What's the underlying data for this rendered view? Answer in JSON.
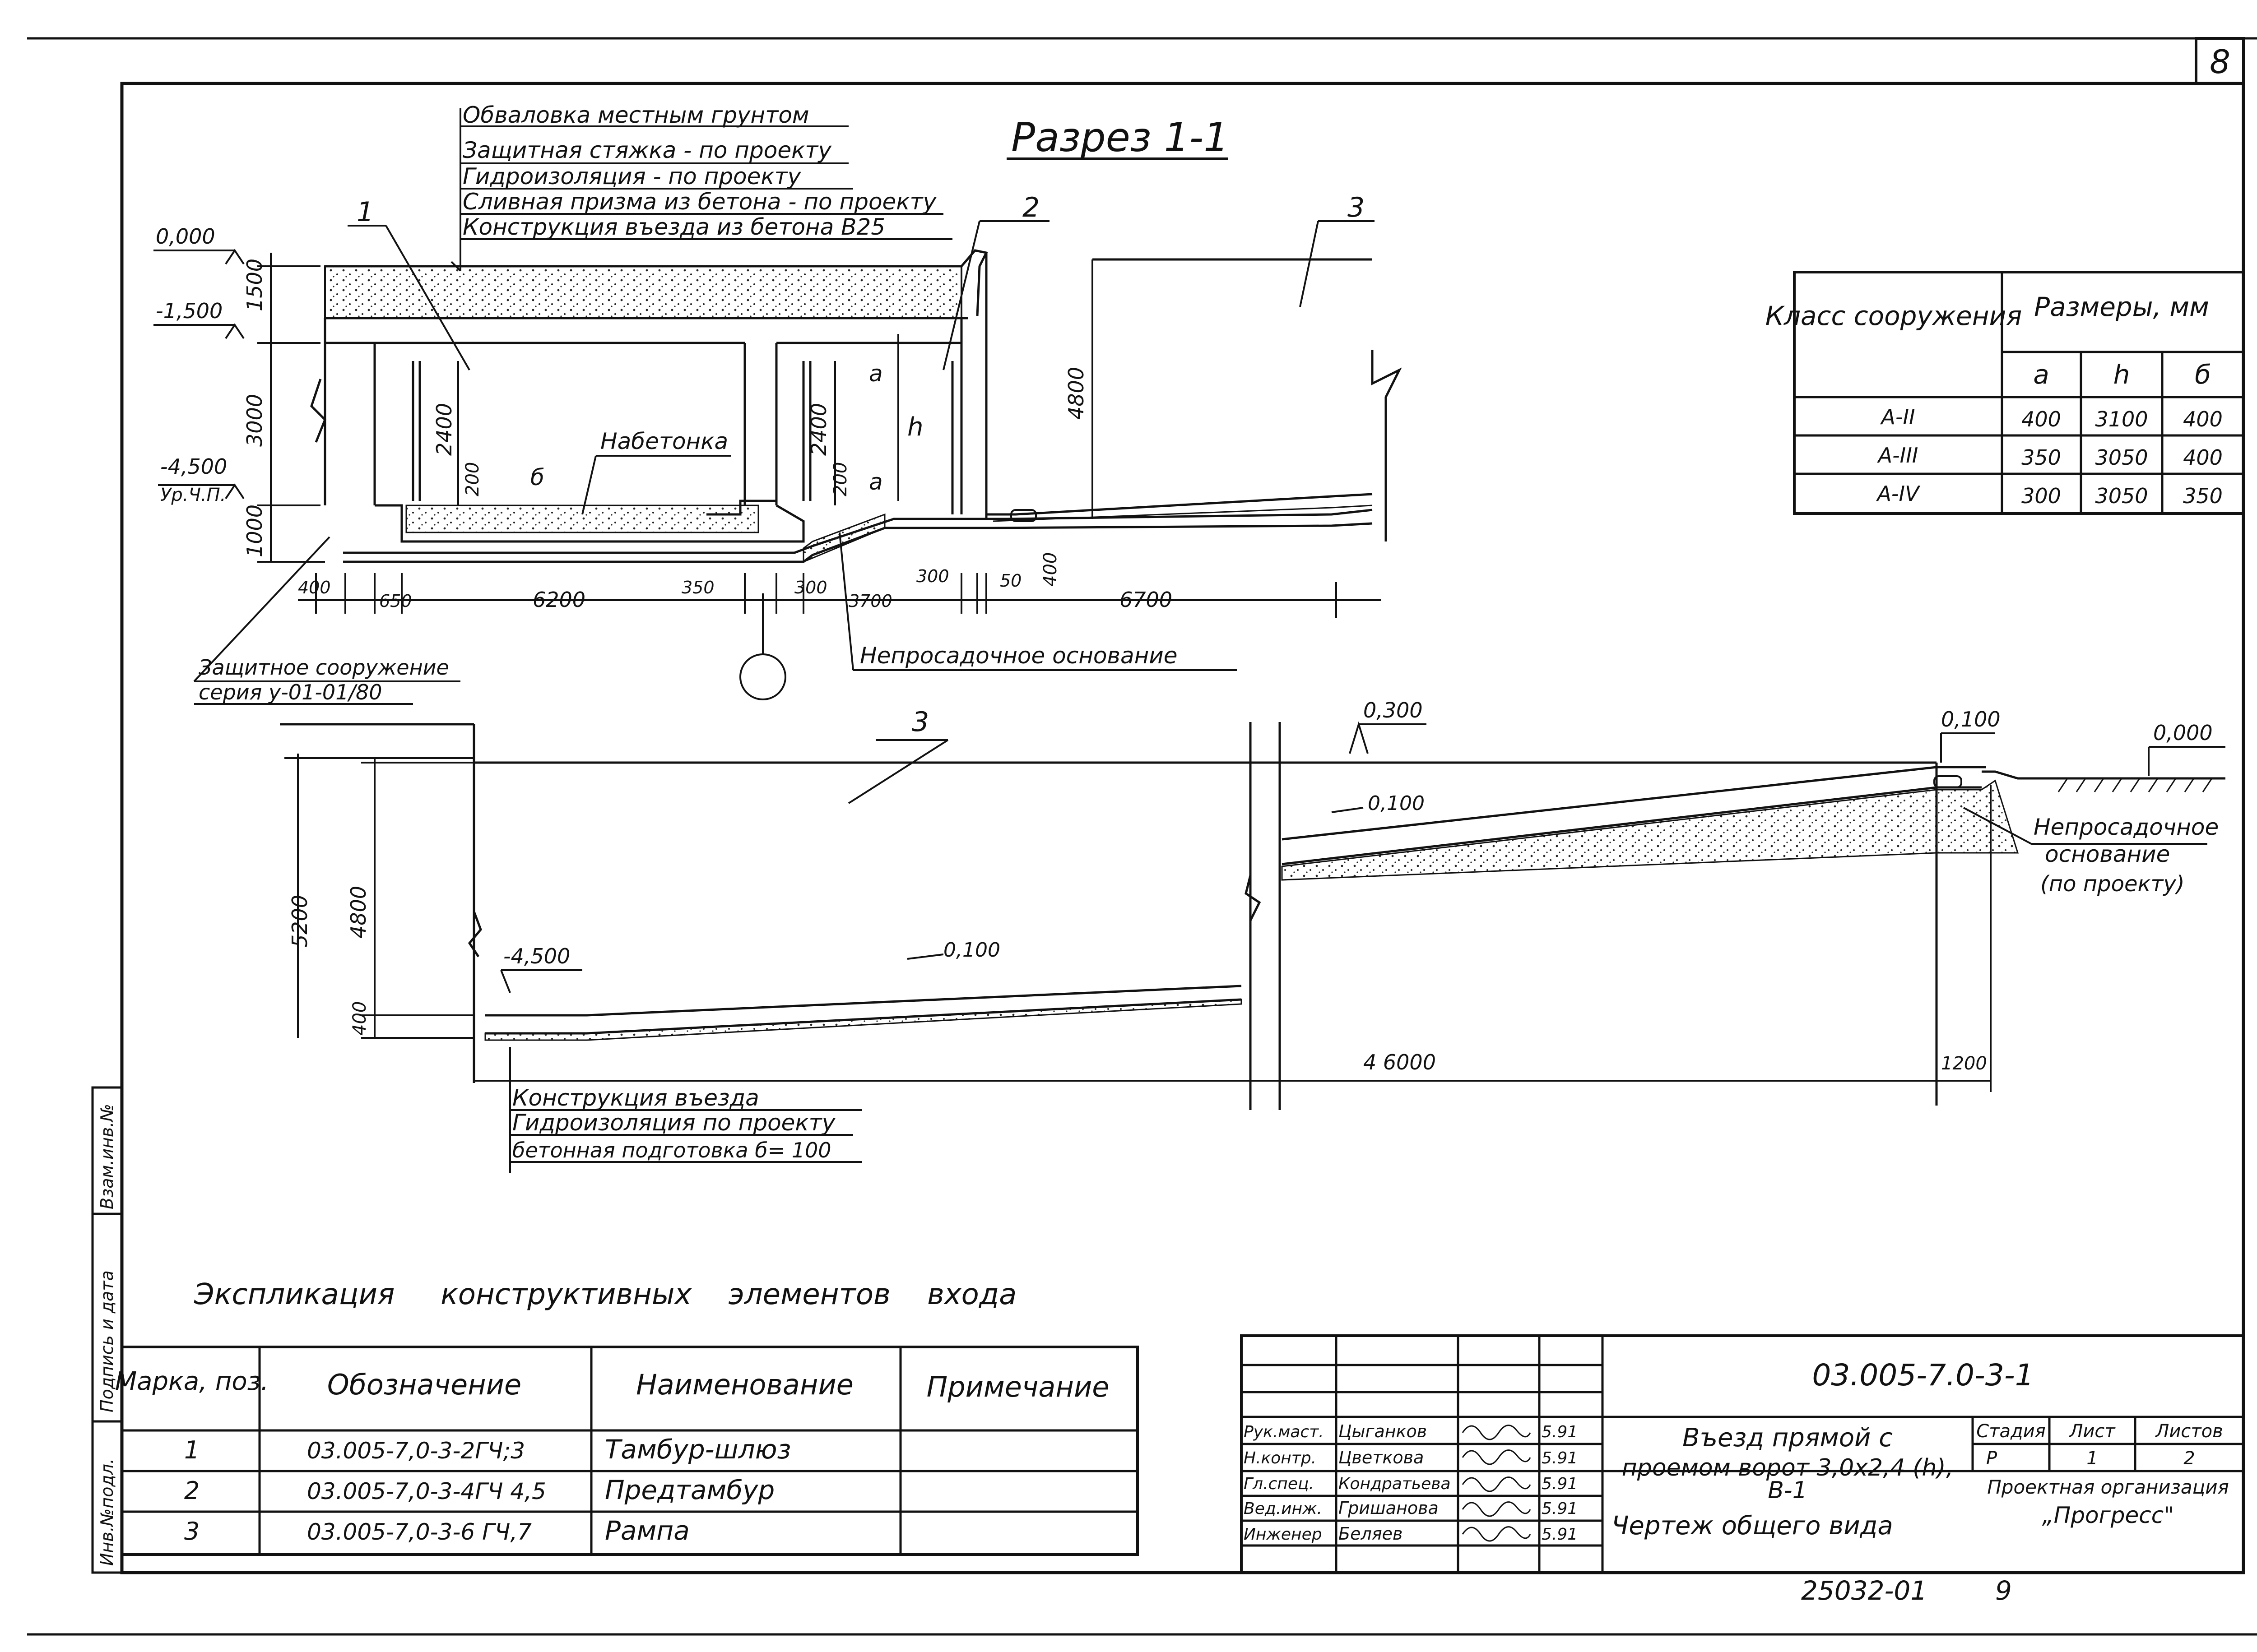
{
  "sheet": {
    "page_number": "8",
    "section_title": "Разрез 1-1",
    "stamp_number": "25032-01",
    "stamp_page": "9"
  },
  "callouts_top": [
    "Обваловка местным грунтом",
    "Защитная стяжка - по проекту",
    "Гидроизоляция - по проекту",
    "Сливная призма из бетона - по проекту",
    "Конструкция въезда из бетона В25"
  ],
  "callouts_bottom": [
    "Конструкция въезда",
    "Гидроизоляция по проекту",
    "бетонная подготовка б= 100"
  ],
  "labels": {
    "nabetonka": "Набетонка",
    "protective_1": "Защитное сооружение",
    "protective_2": "серия у-01-01/80",
    "base_1": "Непросадочное основание",
    "base_2a": "Непросадочное",
    "base_2b": "основание",
    "base_2c": "(по проекту)",
    "level_ref": "Ур.Ч.П.",
    "pos1": "1",
    "pos2": "2",
    "pos3a": "3",
    "pos3b": "3",
    "a1": "а",
    "a2": "а",
    "h": "h",
    "b": "б"
  },
  "elevations": {
    "e0": "0,000",
    "e1": "-1,500",
    "e2": "-4,500",
    "e3": "-4,500",
    "e4": "0,300",
    "e5": "0,100",
    "e6": "0,000",
    "slope1": "0,100",
    "slope2": "0,100"
  },
  "dims": {
    "d1500": "1500",
    "d3000": "3000",
    "d1000": "1000",
    "d2400a": "2400",
    "d200a": "200",
    "d2400b": "2400",
    "d200b": "200",
    "d4800a": "4800",
    "d400a": "400",
    "d650": "650",
    "d6200": "6200",
    "d350": "350",
    "d300a": "300",
    "d3700": "3700",
    "d300b": "300",
    "d50": "50",
    "d400b": "400",
    "d6700": "6700",
    "d5200": "5200",
    "d4800b": "4800",
    "d400c": "400",
    "d46000": "4 6000",
    "d1200": "1200"
  },
  "size_table": {
    "col_class": "Класс сооружения",
    "col_sizes": "Размеры, мм",
    "sub_a": "а",
    "sub_h": "h",
    "sub_b": "б",
    "rows": [
      {
        "cls": "А-II",
        "a": "400",
        "h": "3100",
        "b": "400"
      },
      {
        "cls": "А-III",
        "a": "350",
        "h": "3050",
        "b": "400"
      },
      {
        "cls": "А-IV",
        "a": "300",
        "h": "3050",
        "b": "350"
      }
    ]
  },
  "explication": {
    "title": "Экспликация     конструктивных    элементов    входа",
    "headers": [
      "Марка, поз.",
      "Обозначение",
      "Наименование",
      "Примечание"
    ],
    "rows": [
      {
        "mark": "1",
        "code": "03.005-7,0-3-2ГЧ;3",
        "name": "Тамбур-шлюз",
        "note": ""
      },
      {
        "mark": "2",
        "code": "03.005-7,0-3-4ГЧ 4,5",
        "name": "Предтамбур",
        "note": ""
      },
      {
        "mark": "3",
        "code": "03.005-7,0-3-6 ГЧ,7",
        "name": "Рампа",
        "note": ""
      }
    ]
  },
  "side_strip": [
    "Инв.№подл.",
    "Подпись и дата",
    "Взам.инв.№"
  ],
  "title_block": {
    "doc_code": "03.005-7.0-3-1",
    "desc_1": "Въезд прямой с",
    "desc_2": "проемом ворот 3,0х2,4 (h),",
    "desc_3": "В-1",
    "desc_4": "Чертеж общего вида",
    "stage_hdr": "Стадия",
    "sheet_hdr": "Лист",
    "sheets_hdr": "Листов",
    "stage": "Р",
    "sheet": "1",
    "sheets": "2",
    "org_1": "Проектная организация",
    "org_2": "„Прогресс\"",
    "signers": [
      {
        "role": "Рук.маст.",
        "name": "Цыганков",
        "date": "5.91"
      },
      {
        "role": "Н.контр.",
        "name": "Цветкова",
        "date": "5.91"
      },
      {
        "role": "Гл.спец.",
        "name": "Кондратьева",
        "date": "5.91"
      },
      {
        "role": "Вед.инж.",
        "name": "Гришанова",
        "date": "5.91"
      },
      {
        "role": "Инженер",
        "name": "Беляев",
        "date": "5.91"
      }
    ]
  }
}
